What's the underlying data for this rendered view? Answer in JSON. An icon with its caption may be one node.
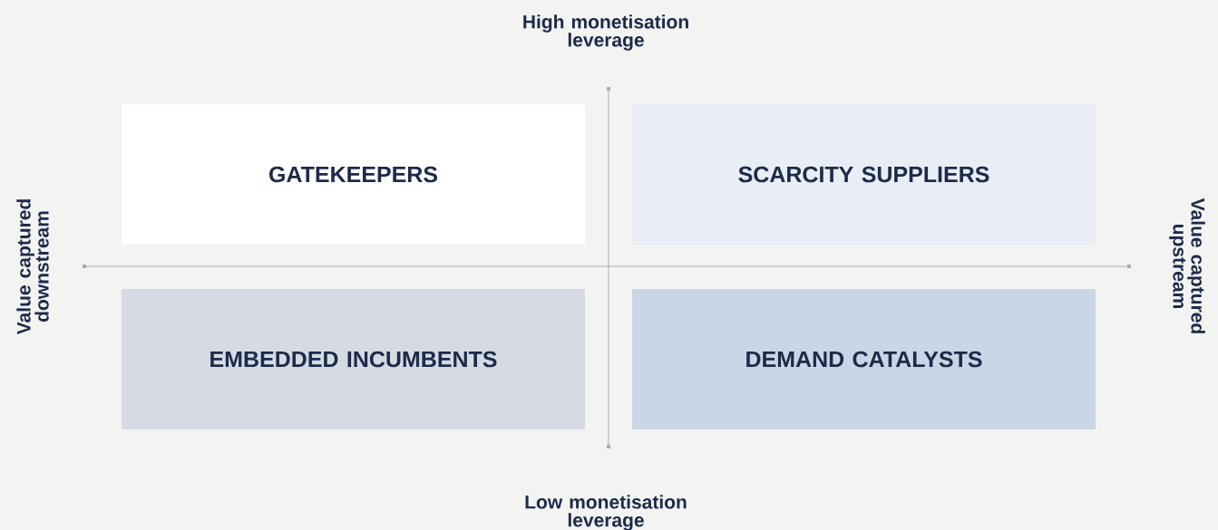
{
  "diagram": {
    "nodes": [
      {
        "text": [
          "GATEKEEPERS"
        ]
      },
      {
        "text": [
          "SCARCITY SUPPLIERS"
        ]
      },
      {
        "text": [
          "EMBEDDED INCUMBENTS"
        ]
      },
      {
        "text": [
          "DEMAND CATALYSTS"
        ]
      }
    ],
    "labels": [
      "High monetisation leverage",
      "Value captured downstream",
      "Value captured upstream",
      "Low monetisation leverage"
    ]
  }
}
